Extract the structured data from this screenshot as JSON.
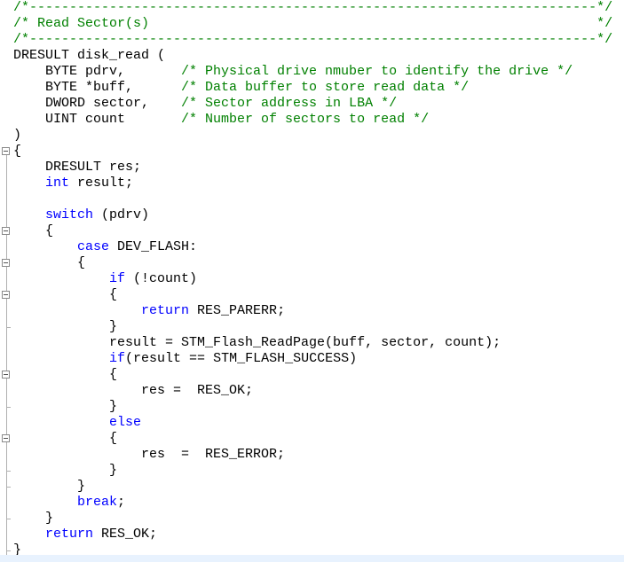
{
  "editor": {
    "language": "C",
    "colors": {
      "comment": "#008000",
      "keyword": "#0000ff",
      "text": "#000000",
      "background": "#ffffff"
    },
    "lines": [
      [
        {
          "t": "c",
          "s": "/*-----------------------------------------------------------------------*/"
        }
      ],
      [
        {
          "t": "c",
          "s": "/* Read Sector(s)                                                        */"
        }
      ],
      [
        {
          "t": "c",
          "s": "/*-----------------------------------------------------------------------*/"
        }
      ],
      [
        {
          "t": "p",
          "s": "DRESULT disk_read ("
        }
      ],
      [
        {
          "t": "p",
          "s": "    BYTE pdrv,       "
        },
        {
          "t": "c",
          "s": "/* Physical drive nmuber to identify the drive */"
        }
      ],
      [
        {
          "t": "p",
          "s": "    BYTE *buff,      "
        },
        {
          "t": "c",
          "s": "/* Data buffer to store read data */"
        }
      ],
      [
        {
          "t": "p",
          "s": "    DWORD sector,    "
        },
        {
          "t": "c",
          "s": "/* Sector address in LBA */"
        }
      ],
      [
        {
          "t": "p",
          "s": "    UINT count       "
        },
        {
          "t": "c",
          "s": "/* Number of sectors to read */"
        }
      ],
      [
        {
          "t": "p",
          "s": ")"
        }
      ],
      [
        {
          "t": "p",
          "s": "{"
        }
      ],
      [
        {
          "t": "p",
          "s": "    DRESULT res;"
        }
      ],
      [
        {
          "t": "p",
          "s": "    "
        },
        {
          "t": "k",
          "s": "int"
        },
        {
          "t": "p",
          "s": " result;"
        }
      ],
      [
        {
          "t": "p",
          "s": ""
        }
      ],
      [
        {
          "t": "p",
          "s": "    "
        },
        {
          "t": "k",
          "s": "switch"
        },
        {
          "t": "p",
          "s": " (pdrv)"
        }
      ],
      [
        {
          "t": "p",
          "s": "    {"
        }
      ],
      [
        {
          "t": "p",
          "s": "        "
        },
        {
          "t": "k",
          "s": "case"
        },
        {
          "t": "p",
          "s": " DEV_FLASH:"
        }
      ],
      [
        {
          "t": "p",
          "s": "        {"
        }
      ],
      [
        {
          "t": "p",
          "s": "            "
        },
        {
          "t": "k",
          "s": "if"
        },
        {
          "t": "p",
          "s": " (!count)"
        }
      ],
      [
        {
          "t": "p",
          "s": "            {"
        }
      ],
      [
        {
          "t": "p",
          "s": "                "
        },
        {
          "t": "k",
          "s": "return"
        },
        {
          "t": "p",
          "s": " RES_PARERR;"
        }
      ],
      [
        {
          "t": "p",
          "s": "            }"
        }
      ],
      [
        {
          "t": "p",
          "s": "            result = STM_Flash_ReadPage(buff, sector, count);"
        }
      ],
      [
        {
          "t": "p",
          "s": "            "
        },
        {
          "t": "k",
          "s": "if"
        },
        {
          "t": "p",
          "s": "(result == STM_FLASH_SUCCESS)"
        }
      ],
      [
        {
          "t": "p",
          "s": "            {"
        }
      ],
      [
        {
          "t": "p",
          "s": "                res =  RES_OK;"
        }
      ],
      [
        {
          "t": "p",
          "s": "            }"
        }
      ],
      [
        {
          "t": "p",
          "s": "            "
        },
        {
          "t": "k",
          "s": "else"
        }
      ],
      [
        {
          "t": "p",
          "s": "            {"
        }
      ],
      [
        {
          "t": "p",
          "s": "                res  =  RES_ERROR;"
        }
      ],
      [
        {
          "t": "p",
          "s": "            }"
        }
      ],
      [
        {
          "t": "p",
          "s": "        }"
        }
      ],
      [
        {
          "t": "p",
          "s": "        "
        },
        {
          "t": "k",
          "s": "break"
        },
        {
          "t": "p",
          "s": ";"
        }
      ],
      [
        {
          "t": "p",
          "s": "    }"
        }
      ],
      [
        {
          "t": "p",
          "s": "    "
        },
        {
          "t": "k",
          "s": "return"
        },
        {
          "t": "p",
          "s": " RES_OK;"
        }
      ],
      [
        {
          "t": "p",
          "s": "}"
        }
      ]
    ]
  }
}
